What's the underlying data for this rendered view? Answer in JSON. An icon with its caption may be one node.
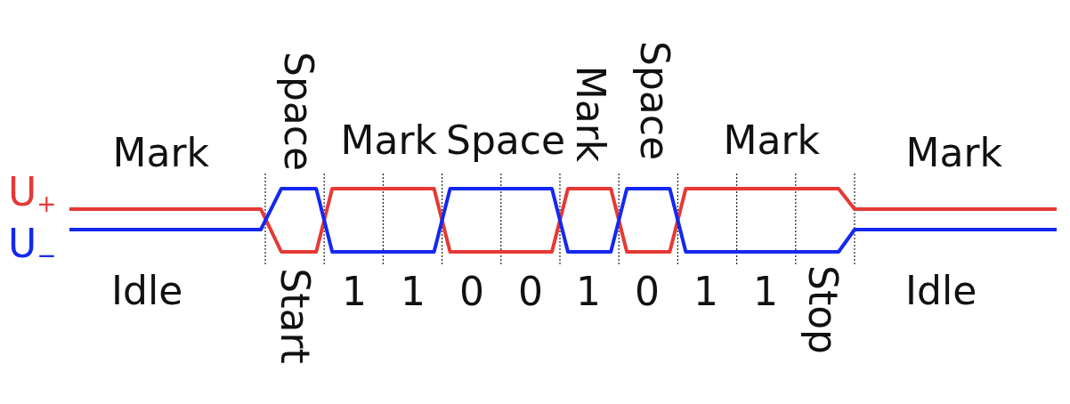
{
  "diagram": {
    "labels": [
      "Mark",
      "Space",
      "Mark",
      "Space",
      "Mark",
      "Space",
      "Mark",
      "Mark",
      "U$_{+}$",
      "U$_{−}$",
      "Idle",
      "Start",
      "1",
      "1",
      "0",
      "0",
      "1",
      "0",
      "1",
      "1",
      "Stop",
      "Idle"
    ]
  }
}
